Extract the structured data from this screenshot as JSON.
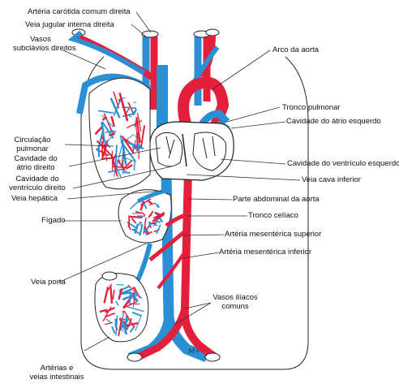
{
  "colors": {
    "artery": "#e3203c",
    "vein": "#2a8fd4",
    "outline": "#222222",
    "leader": "#333333",
    "background": "#ffffff"
  },
  "labels": {
    "carotid": "Artéria carótida comum direita",
    "jugular": "Veia jugular interna direita",
    "subclavian_1": "Vasos",
    "subclavian_2": "subclávios direitos",
    "aortic_arch": "Arco da aorta",
    "pulmonary_trunk": "Tronco pulmonar",
    "left_atrium": "Cavidade do átrio esquerdo",
    "pulmonary_circ_1": "Circulação",
    "pulmonary_circ_2": "pulmonar",
    "right_atrium_1": "Cavidade do",
    "right_atrium_2": "átrio direito",
    "left_ventricle": "Cavidade do ventrículo esquerdo",
    "right_ventricle_1": "Cavidade do",
    "right_ventricle_2": "ventrículo direito",
    "ivc": "Veia cava inferior",
    "hepatic_vein": "Veia hepática",
    "abdominal_aorta": "Parte abdominal da aorta",
    "celiac_trunk": "Tronco celíaco",
    "liver": "Fígado",
    "sup_mesenteric": "Artéria mesentérica superior",
    "inf_mesenteric": "Artéria mesentérica inferior",
    "portal_vein": "Veia porta",
    "iliac_1": "Vasos ilíacos",
    "iliac_2": "comuns",
    "intestinal_1": "Artérias e",
    "intestinal_2": "veias intestinais"
  },
  "signature": "M+"
}
